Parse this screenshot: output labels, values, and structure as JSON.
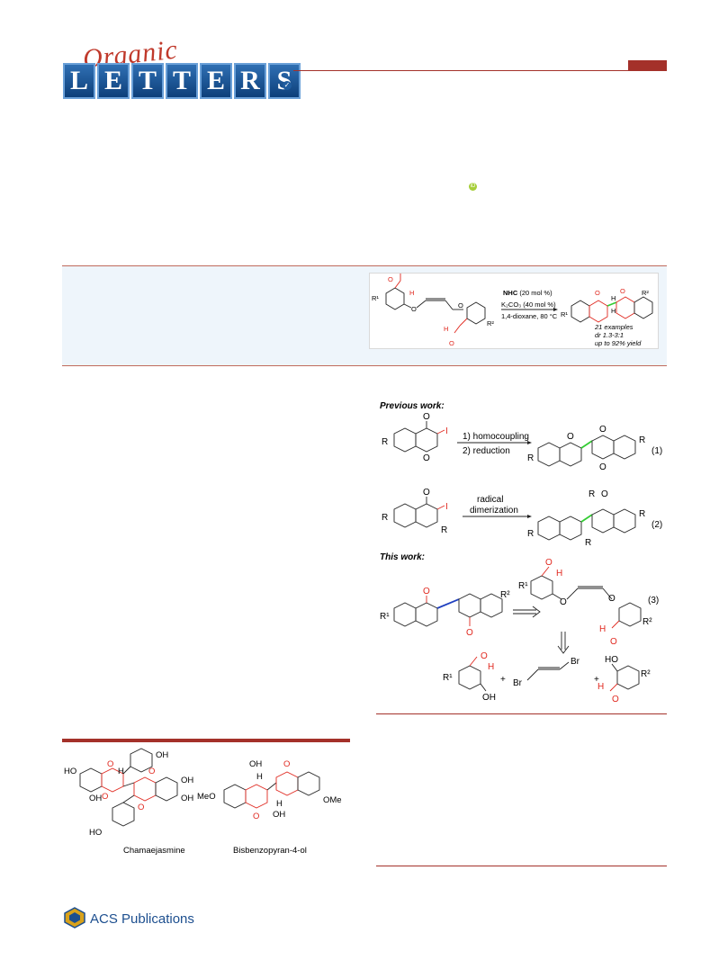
{
  "header": {
    "journal_script": "Organic",
    "journal_letters": [
      "L",
      "E",
      "T",
      "T",
      "E",
      "R",
      "S"
    ]
  },
  "toc": {
    "conditions_catalyst": "NHC",
    "conditions_catalyst_load": " (20 mol %)",
    "conditions_base": "K₂CO₃ (40 mol %)",
    "conditions_solvent": "1,4-dioxane, 80 °C",
    "examples": "21 examples",
    "dr": "dr 1.3-3:1",
    "yield": "up to 92% yield",
    "r1": "R¹",
    "r2": "R²",
    "h": "H",
    "o": "O"
  },
  "scheme": {
    "previous_work": "Previous work:",
    "this_work": "This work:",
    "step1": "1) homocoupling",
    "step2": "2) reduction",
    "radical": "radical",
    "dimerization": "dimerization",
    "eq1": "(1)",
    "eq2": "(2)",
    "eq3": "(3)",
    "r": "R",
    "r1": "R¹",
    "r2": "R²",
    "o": "O",
    "i": "I",
    "h": "H",
    "oh": "OH",
    "ho": "HO",
    "br": "Br",
    "plus": "+"
  },
  "figure1": {
    "compound1": "Chamaejasmine",
    "compound2": "Bisbenzopyran-4-ol",
    "oh": "OH",
    "ho": "HO",
    "ome": "OMe",
    "meo": "MeO",
    "h": "H",
    "o": "O"
  },
  "footer": {
    "publisher": "ACS Publications"
  },
  "colors": {
    "accent": "#a4312a",
    "red_structure": "#e0281f",
    "green_bond": "#33cc33",
    "blue_bond": "#1f3fbf",
    "brand_blue": "#1d4f8f"
  }
}
